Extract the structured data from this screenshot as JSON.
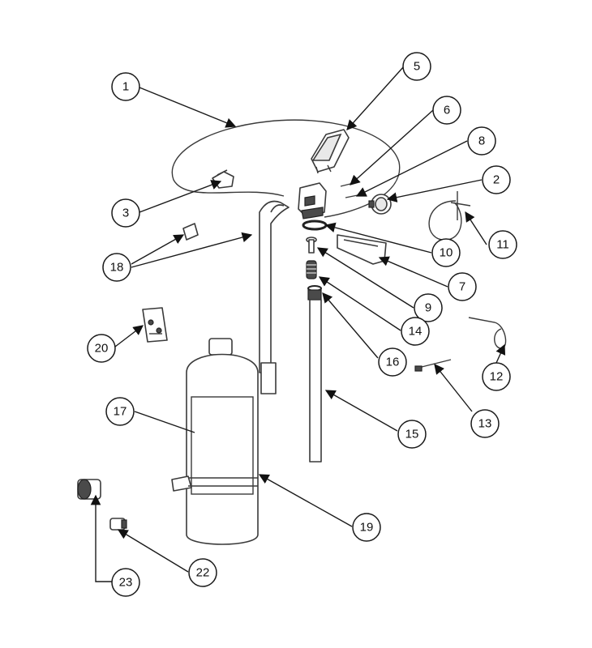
{
  "callouts": [
    {
      "id": "1",
      "label": "1"
    },
    {
      "id": "2",
      "label": "2"
    },
    {
      "id": "3",
      "label": "3"
    },
    {
      "id": "5",
      "label": "5"
    },
    {
      "id": "6",
      "label": "6"
    },
    {
      "id": "7",
      "label": "7"
    },
    {
      "id": "8",
      "label": "8"
    },
    {
      "id": "9",
      "label": "9"
    },
    {
      "id": "10",
      "label": "10"
    },
    {
      "id": "11",
      "label": "11"
    },
    {
      "id": "12",
      "label": "12"
    },
    {
      "id": "13",
      "label": "13"
    },
    {
      "id": "14",
      "label": "14"
    },
    {
      "id": "15",
      "label": "15"
    },
    {
      "id": "16",
      "label": "16"
    },
    {
      "id": "17",
      "label": "17"
    },
    {
      "id": "18",
      "label": "18"
    },
    {
      "id": "19",
      "label": "19"
    },
    {
      "id": "20",
      "label": "20"
    },
    {
      "id": "22",
      "label": "22"
    },
    {
      "id": "23",
      "label": "23"
    }
  ]
}
